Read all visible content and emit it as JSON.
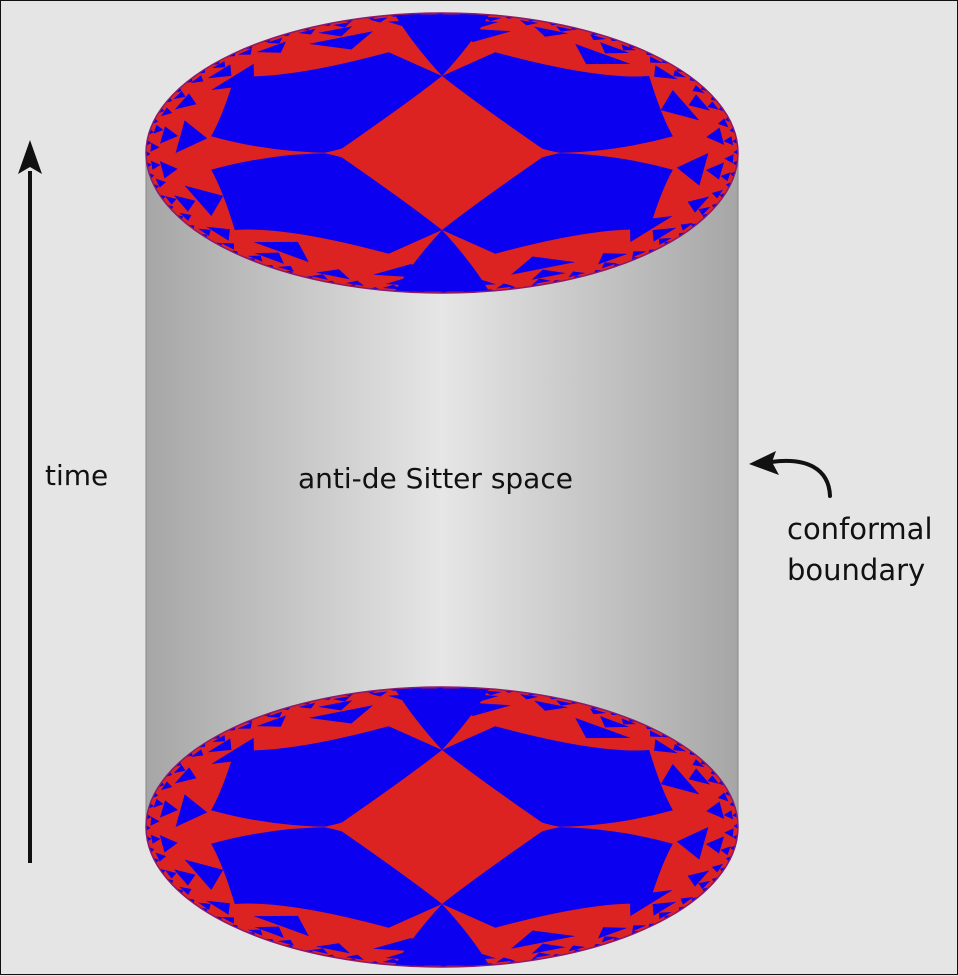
{
  "labels": {
    "time": "time",
    "space": "anti-de Sitter space",
    "boundary_line1": "conformal",
    "boundary_line2": "boundary"
  },
  "colors": {
    "background": "#e5e5e5",
    "tile_red": "#dd2222",
    "tile_blue": "#0c00f0",
    "cylinder_edge": "#a6a6a6",
    "cylinder_center": "#e6e6e6",
    "ink": "#111111"
  }
}
